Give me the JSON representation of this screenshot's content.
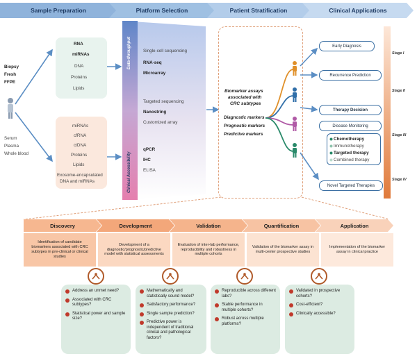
{
  "headers": [
    "Sample Preparation",
    "Platform Selection",
    "Patient Stratification",
    "Clinical Applications"
  ],
  "sample_types": [
    "Biopsy",
    "Fresh",
    "FFPE"
  ],
  "liquid_samples": [
    "Serum",
    "Plasma",
    "Whole blood"
  ],
  "tissue_analytes": [
    "RNA",
    "miRNAs",
    "DNA",
    "Proteins",
    "Lipids"
  ],
  "liquid_analytes": [
    "miRNAs",
    "cfRNA",
    "ctDNA",
    "Proteins",
    "Lipids",
    "Exosome-encapsulated",
    "DNA and miRNAs"
  ],
  "axis_labels": {
    "throughput": "Data-throughput",
    "accessibility": "Clinical Accessibility"
  },
  "platforms": [
    "Single-cell sequencing",
    "RNA-seq",
    "Microarray",
    "Targeted sequencing",
    "Nanostring",
    "Customized array",
    "qPCR",
    "IHC",
    "ELISA"
  ],
  "stratification": {
    "title": [
      "Biomarker assays",
      "associated with",
      "CRC subtypes"
    ],
    "markers": [
      "Diagnostic markers",
      "Prognostic markers",
      "Predictive markers"
    ]
  },
  "applications": [
    "Early Diagnosis",
    "Recurrence Prediction",
    "Therapy Decision",
    "Disease Monitoring",
    "Novel Targeted Therapies"
  ],
  "therapies": [
    "Chemotherapy",
    "Immunotherapy",
    "Targeted therapy",
    "Combined therapy"
  ],
  "stages": [
    "Stage I",
    "Stage II",
    "Stage III",
    "Stage IV"
  ],
  "phases": [
    {
      "name": "Discovery",
      "desc": "Identification of candidate biomarkers associated with CRC subtypes in pre-clinical or clinical studies"
    },
    {
      "name": "Development",
      "desc": "Development of a diagnostic/prognostic/predictive model with statistical assessments"
    },
    {
      "name": "Validation",
      "desc": "Evaluation of inter-lab performance, reproducibility and robustness in multiple cohorts"
    },
    {
      "name": "Quantification",
      "desc": "Validation of the biomarker assay in multi-center prospective studies"
    },
    {
      "name": "Application",
      "desc": "Implementation of the biomarker assay in clinical practice"
    }
  ],
  "questions": [
    [
      "Address an unmet need?",
      "Associated with CRC subtypes?",
      "Statistical power and sample size?"
    ],
    [
      "Mathematically and statistically sound model?",
      "Satisfactory performance?",
      "Single sample prediction?",
      "Predictive power is independent of traditional clinical and pathological factors?"
    ],
    [
      "Reproducible across different labs?",
      "Stable performance in multiple cohorts?",
      "Robust across multiple platforms?"
    ],
    [
      "Validated in prospective cohorts?",
      "Cost-efficient?",
      "Clinically accessible?"
    ]
  ],
  "colors": {
    "header": "#a9c6e6",
    "accent_blue": "#3a6fa3",
    "phase_orange": "#f3a77a",
    "desc_peach": "#fbe1cf",
    "question_green": "#dcebe2",
    "red_dot": "#c0392b"
  }
}
